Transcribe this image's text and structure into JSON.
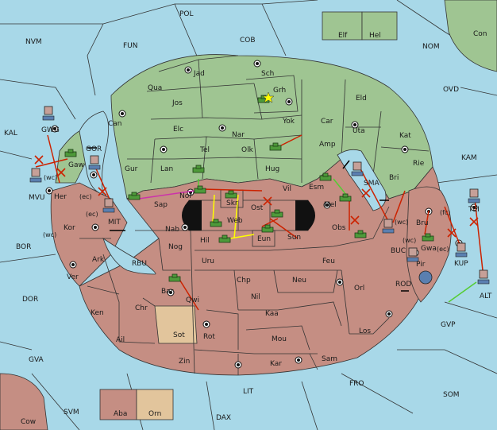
{
  "colors": {
    "sea": "#a8d8e8",
    "green_power": "#9fc592",
    "red_power": "#c58e83",
    "neutral_land": "#e2c59c",
    "unit_green": "#4e9a3a",
    "unit_blue": "#5a7fb0",
    "arrow_red": "#cc2200",
    "arrow_yellow": "#ffff00",
    "arrow_green": "#55cc33",
    "arrow_magenta": "#cc33aa",
    "arrow_black": "#000000"
  },
  "sea_labels": [
    "POL",
    "COB",
    "FUN",
    "NVM",
    "NOM",
    "OVD",
    "KAL",
    "KAM",
    "BOR",
    "DOR",
    "GVA",
    "FRO",
    "SOM",
    "LIT",
    "SVM",
    "DAX",
    "GOR",
    "MIT",
    "RBU",
    "SMA",
    "BUC",
    "ROD",
    "GVP",
    "TEI",
    "KUP",
    "ALT",
    "GWG",
    "MVU",
    "Her",
    "(wc)",
    "(ec)",
    "Bru",
    "(fc)"
  ],
  "land_labels": [
    "Elf",
    "Hel",
    "Con",
    "Jad",
    "Sch",
    "Grh",
    "Qua",
    "Jos",
    "Eld",
    "Can",
    "Yok",
    "Car",
    "Elc",
    "Nar",
    "Uta",
    "Amp",
    "Kat",
    "Tel",
    "Olk",
    "Gaw",
    "Gur",
    "Lan",
    "Hug",
    "Rie",
    "Bri",
    "Vil",
    "Esm",
    "Sap",
    "Nor",
    "Skr",
    "Ost",
    "Mel",
    "Web",
    "Obs",
    "Kor",
    "Nab",
    "Eun",
    "Sun",
    "Hil",
    "Nog",
    "Gwa",
    "Pir",
    "Ark",
    "Uru",
    "Feu",
    "Ver",
    "Chp",
    "Neu",
    "Orl",
    "Bar",
    "Qwi",
    "Nil",
    "Ken",
    "Chr",
    "Kaa",
    "Ail",
    "Sot",
    "Rot",
    "Mou",
    "Los",
    "Zin",
    "Kar",
    "Sam",
    "Aba",
    "Orn",
    "Cow"
  ]
}
